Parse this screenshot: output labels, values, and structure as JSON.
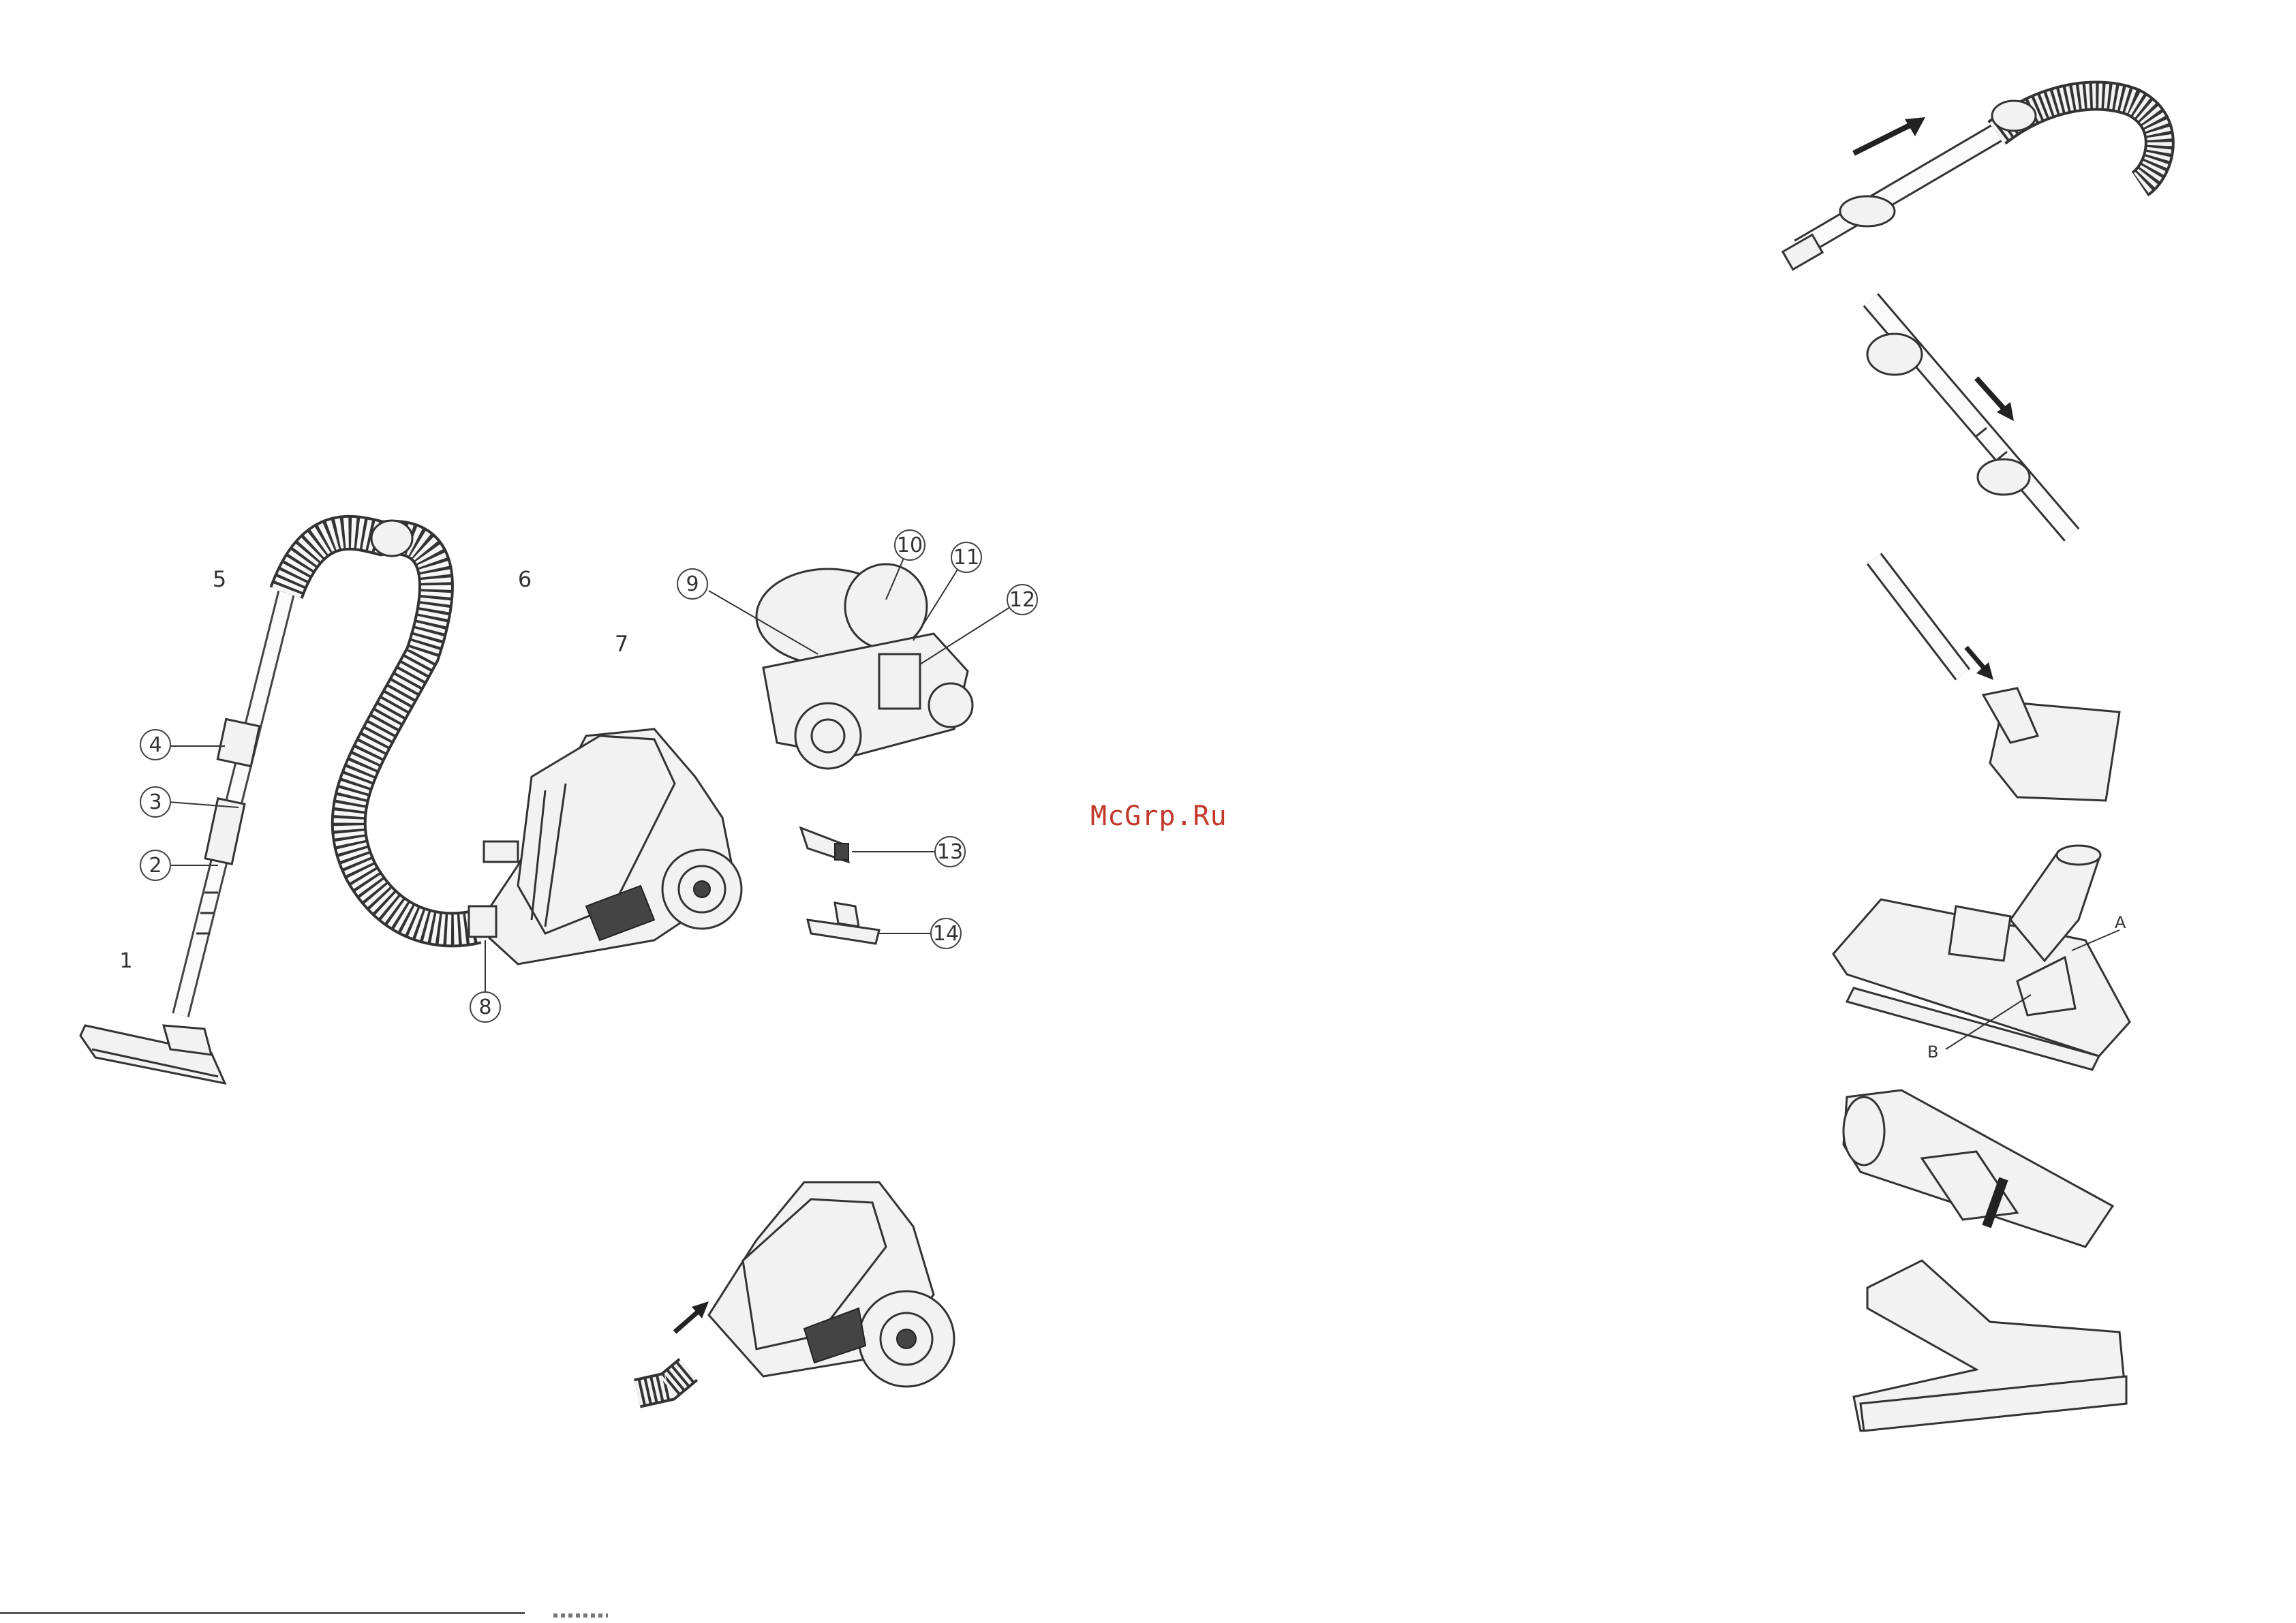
{
  "watermark": {
    "text": "McGrp.Ru",
    "color": "#c0392b"
  },
  "parts_diagram": {
    "callouts": [
      "1",
      "2",
      "3",
      "4",
      "5",
      "6",
      "7",
      "8",
      "9",
      "10",
      "11",
      "12",
      "13",
      "14"
    ]
  },
  "nozzle_detail": {
    "label_a": "A",
    "label_b": "B"
  },
  "icons": [
    "vacuum-cleaner",
    "telescopic-tube",
    "floor-brush",
    "crevice-tool",
    "upholstery-nozzle",
    "arrow"
  ]
}
